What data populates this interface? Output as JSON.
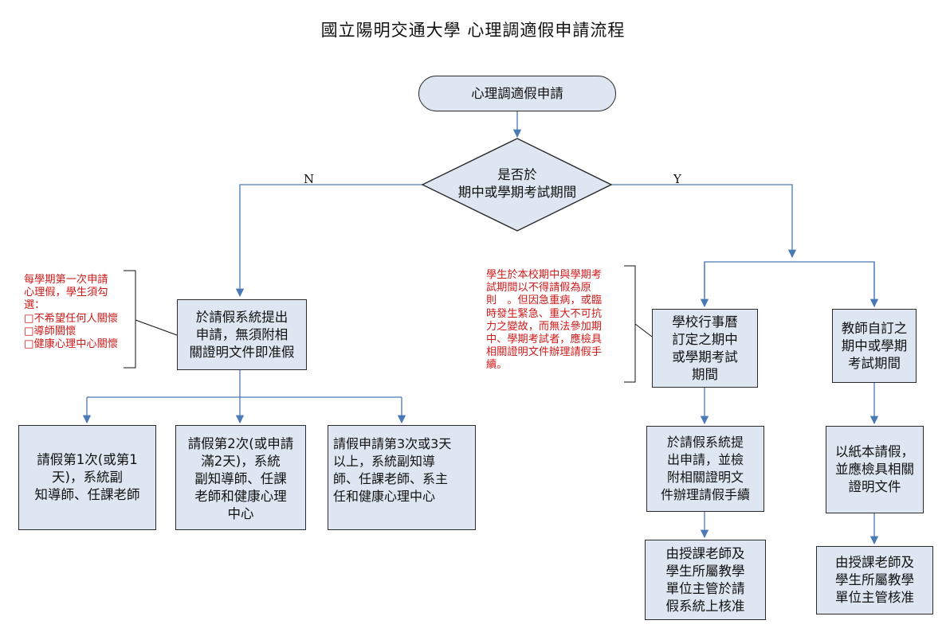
{
  "title": "國立陽明交通大學 心理調適假申請流程",
  "nodes": {
    "start": "心理調適假申請",
    "decision": "是否於\n期中或學期考試期間",
    "no_branch": "於請假系統提出\n申請，無須附相\n關證明文件即准假",
    "first_leave": "請假第1次(或第1\n天)，系統副\n知導師、任課老師",
    "second_leave": "請假第2次(或申請\n滿2天)，系統\n副知導師、任課\n老師和健康心理\n中心",
    "third_leave": "請假申請第3次或3天\n以上，系統副知導\n師、任課老師、系主\n任和健康心理中心",
    "school_exam": "學校行事曆\n訂定之期中\n或學期考試\n期間",
    "teacher_exam": "教師自訂之\n期中或學期\n考試期間",
    "school_apply": "於請假系統提\n出申請，並檢\n附相關證明文\n件辦理請假手續",
    "teacher_apply": "以紙本請假，\n並應檢具相關\n證明文件",
    "school_approve": "由授課老師及\n學生所屬教學\n單位主管於請\n假系統上核准",
    "teacher_approve": "由授課老師及\n學生所屬教學\n單位主管核准"
  },
  "labels": {
    "no": "N",
    "yes": "Y"
  },
  "notes": {
    "left": "每學期第一次申請\n心理假，學生須勾\n選：\n□不希望任何人關懷\n□導師關懷\n□健康心理中心關懷",
    "right": "學生於本校期中與學期考\n試期間以不得請假為原\n則　。但因急重病，或臨\n時發生緊急、重大不可抗\n力之變故，而無法參加期\n中、學期考試者，應檢具\n相關證明文件辦理請假手\n續。"
  },
  "colors": {
    "fill": "#dde6f1",
    "connector": "#4a7ab5",
    "note_text": "#cc1a1a",
    "border": "#2b2b2b"
  }
}
